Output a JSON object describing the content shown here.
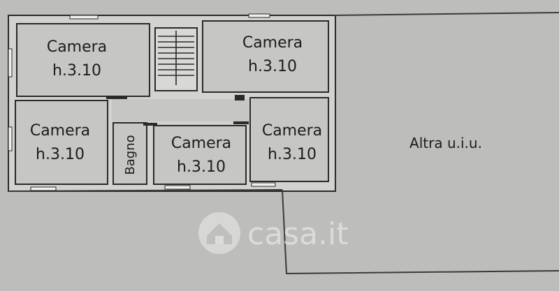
{
  "rooms": [
    {
      "name": "Camera",
      "height": "h.3.10"
    },
    {
      "name": "Camera",
      "height": "h.3.10"
    },
    {
      "name": "Camera",
      "height": "h.3.10"
    },
    {
      "name": "Camera",
      "height": "h.3.10"
    },
    {
      "name": "Camera",
      "height": "h.3.10"
    }
  ],
  "bathroom": {
    "name": "Bagno"
  },
  "other_unit": {
    "label": "Altra u.i.u."
  },
  "watermark": {
    "text": "casa.it"
  },
  "colors": {
    "paper": "#bdbdbb",
    "ink": "#2a2a2a",
    "watermark": "#e8e8e8"
  },
  "icons": [
    "stair-icon",
    "house-logo-icon"
  ]
}
